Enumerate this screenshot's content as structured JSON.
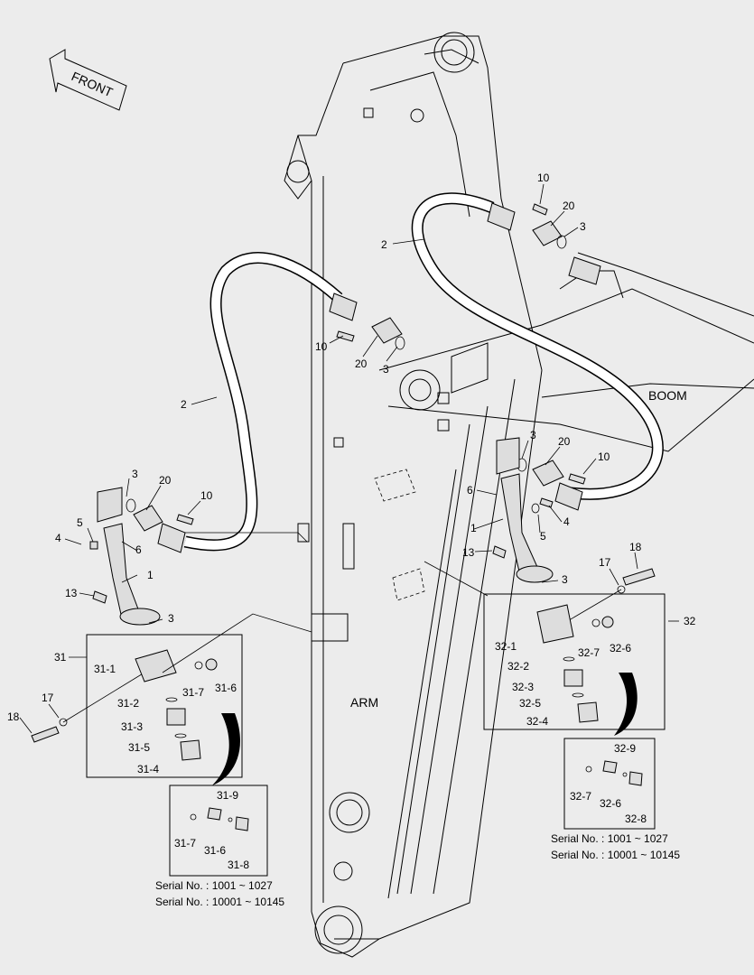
{
  "front_label": "FRONT",
  "region_labels": {
    "boom": "BOOM",
    "arm": "ARM"
  },
  "serial_left": [
    "Serial No. : 1001 ~ 1027",
    "Serial No. : 10001 ~ 10145"
  ],
  "serial_right": [
    "Serial No. : 1001 ~ 1027",
    "Serial No. : 10001 ~ 10145"
  ],
  "callouts": {
    "c10a": "10",
    "c20a": "20",
    "c3a": "3",
    "c2a": "2",
    "c10b": "10",
    "c20b": "20",
    "c3b": "3",
    "c2b": "2",
    "c3c": "3",
    "c20c": "20",
    "c10c": "10",
    "c6a": "6",
    "c4a": "4",
    "c5a": "5",
    "c1a": "1",
    "c13a": "13",
    "c3d": "3",
    "c3e": "3",
    "c20d": "20",
    "c10d": "10",
    "c6b": "6",
    "c4b": "4",
    "c5b": "5",
    "c1b": "1",
    "c13b": "13",
    "c3f": "3",
    "c17a": "17",
    "c18a": "18",
    "c17b": "17",
    "c18b": "18",
    "c31": "31",
    "c31_1": "31-1",
    "c31_2": "31-2",
    "c31_3": "31-3",
    "c31_4": "31-4",
    "c31_5": "31-5",
    "c31_6": "31-6",
    "c31_7": "31-7",
    "c31_9": "31-9",
    "c31_7b": "31-7",
    "c31_6b": "31-6",
    "c31_8": "31-8",
    "c32": "32",
    "c32_1": "32-1",
    "c32_2": "32-2",
    "c32_3": "32-3",
    "c32_4": "32-4",
    "c32_5": "32-5",
    "c32_6": "32-6",
    "c32_7": "32-7",
    "c32_9": "32-9",
    "c32_7b": "32-7",
    "c32_6b": "32-6",
    "c32_8": "32-8"
  }
}
